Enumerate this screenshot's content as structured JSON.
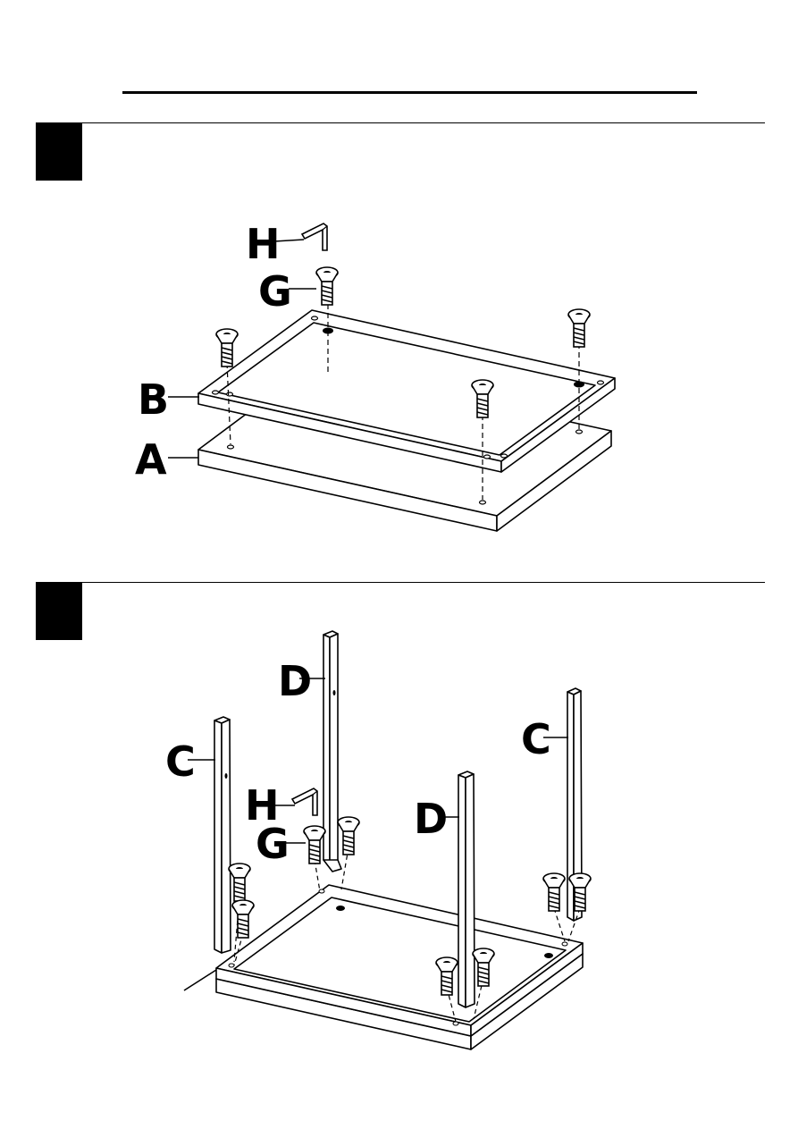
{
  "page": {
    "step1": {
      "labels": {
        "h": "H",
        "g": "G",
        "b": "B",
        "a": "A"
      }
    },
    "step2": {
      "labels": {
        "d_left": "D",
        "c_left": "C",
        "h": "H",
        "g": "G",
        "d_right": "D",
        "c_right": "C"
      }
    }
  }
}
